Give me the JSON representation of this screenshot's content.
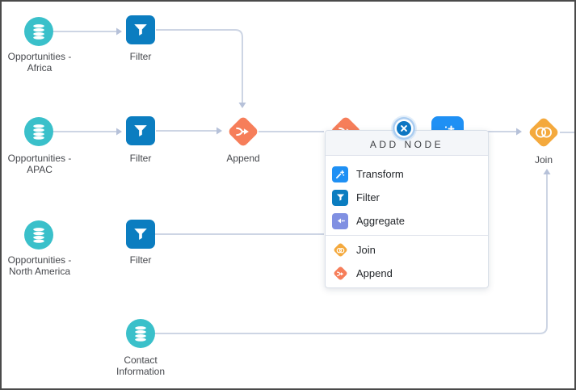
{
  "canvas": {
    "nodes": [
      {
        "id": "src-africa",
        "type": "dataset",
        "label_line1": "Opportunities -",
        "label_line2": "Africa"
      },
      {
        "id": "filter-1",
        "type": "filter",
        "label": "Filter"
      },
      {
        "id": "src-apac",
        "type": "dataset",
        "label_line1": "Opportunities -",
        "label_line2": "APAC"
      },
      {
        "id": "filter-2",
        "type": "filter",
        "label": "Filter"
      },
      {
        "id": "append-1",
        "type": "append",
        "label": "Append"
      },
      {
        "id": "join-1",
        "type": "join",
        "label": "Join"
      },
      {
        "id": "src-north-america",
        "type": "dataset",
        "label_line1": "Opportunities -",
        "label_line2": "North America"
      },
      {
        "id": "filter-3",
        "type": "filter",
        "label": "Filter"
      },
      {
        "id": "src-contact",
        "type": "dataset",
        "label_line1": "Contact",
        "label_line2": "Information"
      },
      {
        "id": "append-2",
        "type": "append",
        "label": ""
      },
      {
        "id": "transform-1",
        "type": "transform",
        "label": ""
      }
    ]
  },
  "popup": {
    "title": "ADD NODE",
    "close_icon": "close-icon",
    "items": [
      {
        "label": "Transform",
        "icon": "transform-icon"
      },
      {
        "label": "Filter",
        "icon": "filter-icon"
      },
      {
        "label": "Aggregate",
        "icon": "aggregate-icon"
      },
      {
        "label": "Join",
        "icon": "join-icon"
      },
      {
        "label": "Append",
        "icon": "append-icon"
      }
    ]
  },
  "colors": {
    "dataset_teal": "#3ac0ca",
    "filter_blue": "#0b7dc0",
    "transform_blue": "#1f90f4",
    "aggregate_indigo": "#8090e2",
    "append_orange": "#f67e5a",
    "join_amber": "#f4a93d",
    "close_blue": "#0d76c2",
    "connector_gray": "#cdd5e4",
    "popup_header_bg": "#f4f6f9"
  }
}
